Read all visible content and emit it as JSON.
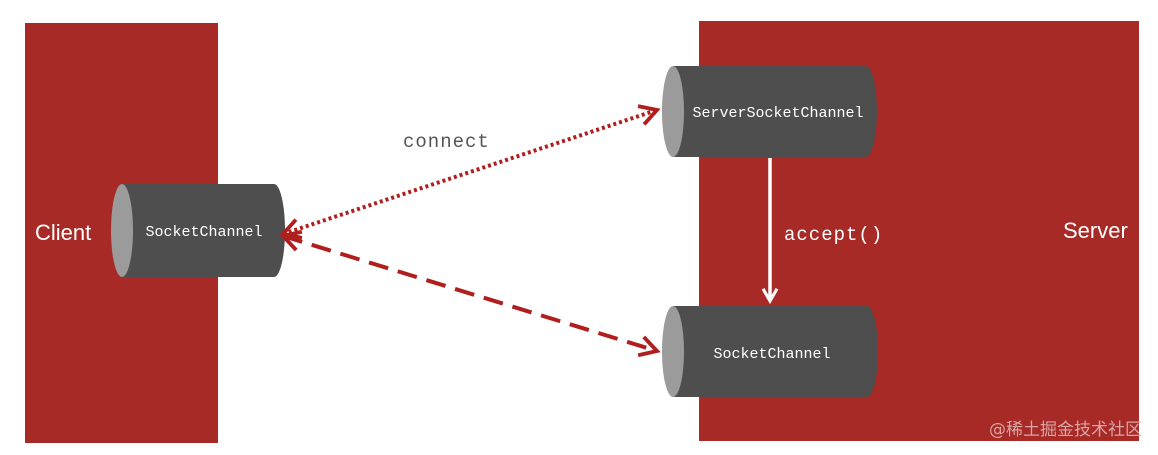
{
  "diagram": {
    "client": {
      "label": "Client"
    },
    "server": {
      "label": "Server"
    },
    "nodes": {
      "client_socket": {
        "label": "SocketChannel"
      },
      "server_socket_channel": {
        "label": "ServerSocketChannel"
      },
      "server_socket": {
        "label": "SocketChannel"
      }
    },
    "edges": {
      "connect": {
        "label": "connect",
        "style": "dotted",
        "from": "client_socket",
        "to": "server_socket_channel"
      },
      "accept": {
        "label": "accept()",
        "style": "solid",
        "from": "server_socket_channel",
        "to": "server_socket"
      },
      "data": {
        "label": "",
        "style": "dashed",
        "from": "client_socket",
        "to": "server_socket"
      }
    }
  },
  "watermark": "@稀土掘金技术社区",
  "colors": {
    "block": "#a82a27",
    "cylinder_body": "#4e4e4e",
    "cylinder_cap": "#9b9b9b",
    "arrow": "#b01e1e",
    "accept_arrow": "#ffffff",
    "connect_text": "#555555",
    "accept_text": "#ffffff"
  }
}
